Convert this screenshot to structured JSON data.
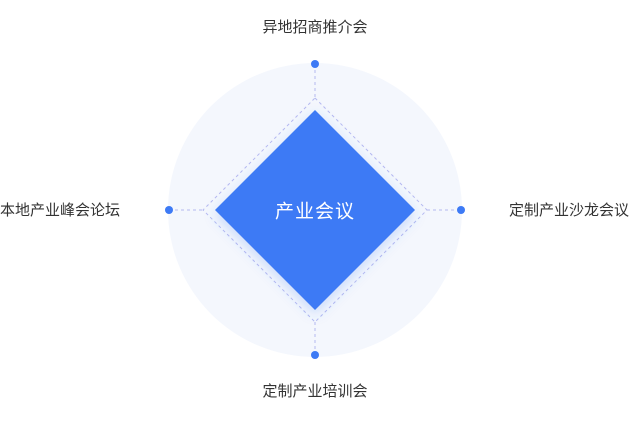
{
  "center": {
    "label": "产业会议"
  },
  "nodes": {
    "top": "异地招商推介会",
    "right": "定制产业沙龙会议",
    "bottom": "定制产业培训会",
    "left": "本地产业峰会论坛"
  },
  "colors": {
    "accent": "#3d7af5",
    "dot": "#3d7af5",
    "circle_fill": "#f4f7fd",
    "dashed_line": "#b4b9f0",
    "label_text": "#333333"
  }
}
